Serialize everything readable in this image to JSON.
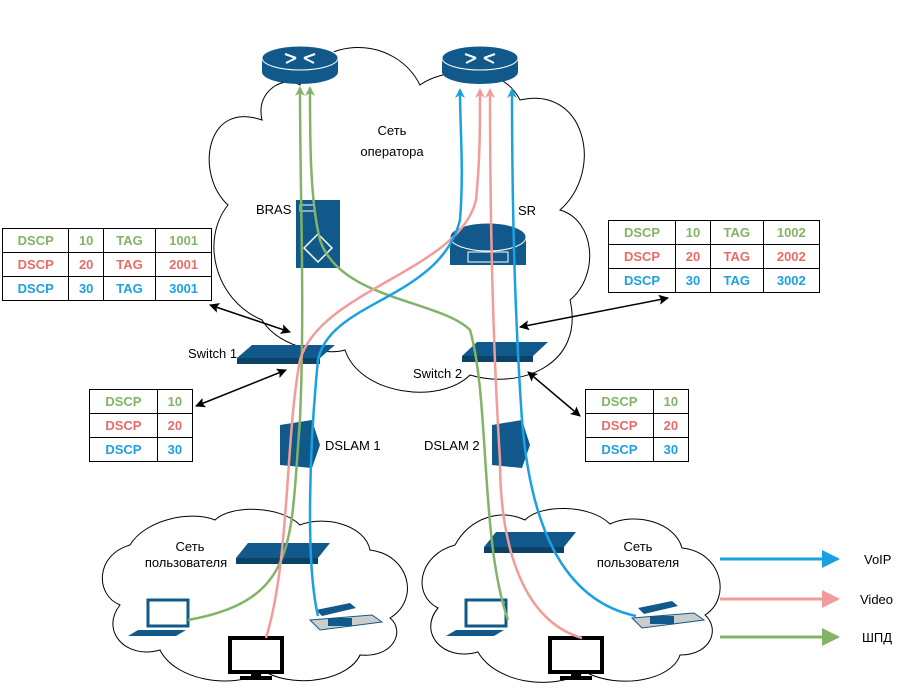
{
  "colors": {
    "voip": "#1ba1e2",
    "video": "#f19c99",
    "shpd": "#82b366",
    "device": "#10598a"
  },
  "labels": {
    "operator_network": [
      "Сеть",
      "оператора"
    ],
    "bras": "BRAS",
    "sr": "SR",
    "switch1": "Switch 1",
    "switch2": "Switch 2",
    "dslam1": "DSLAM 1",
    "dslam2": "DSLAM 2",
    "user_network_left": [
      "Сеть",
      "пользователя"
    ],
    "user_network_right": [
      "Сеть",
      "пользователя"
    ]
  },
  "legend": [
    {
      "label": "VoIP",
      "color": "#1ba1e2"
    },
    {
      "label": "Video",
      "color": "#f19c99"
    },
    {
      "label": "ШПД",
      "color": "#82b366"
    }
  ],
  "tables": {
    "switch1_tags": [
      [
        "DSCP",
        "10",
        "TAG",
        "1001"
      ],
      [
        "DSCP",
        "20",
        "TAG",
        "2001"
      ],
      [
        "DSCP",
        "30",
        "TAG",
        "3001"
      ]
    ],
    "switch2_tags": [
      [
        "DSCP",
        "10",
        "TAG",
        "1002"
      ],
      [
        "DSCP",
        "20",
        "TAG",
        "2002"
      ],
      [
        "DSCP",
        "30",
        "TAG",
        "3002"
      ]
    ],
    "dslam1_dscp": [
      [
        "DSCP",
        "10"
      ],
      [
        "DSCP",
        "20"
      ],
      [
        "DSCP",
        "30"
      ]
    ],
    "dslam2_dscp": [
      [
        "DSCP",
        "10"
      ],
      [
        "DSCP",
        "20"
      ],
      [
        "DSCP",
        "30"
      ]
    ]
  }
}
